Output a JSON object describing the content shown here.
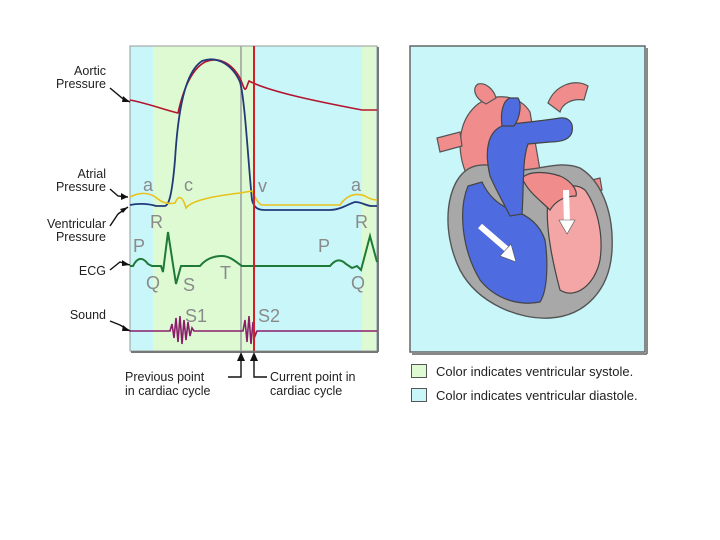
{
  "wiggers": {
    "row_labels": {
      "aortic": [
        "Aortic",
        "Pressure"
      ],
      "atrial": [
        "Atrial",
        "Pressure"
      ],
      "ventricular": [
        "Ventricular",
        "Pressure"
      ],
      "ecg": "ECG",
      "sound": "Sound"
    },
    "wave_labels": {
      "a_left": "a",
      "c": "c",
      "v": "v",
      "a_right": "a",
      "r_left": "R",
      "r_right": "R",
      "p_left": "P",
      "p_right": "P",
      "q_left": "Q",
      "s": "S",
      "t": "T",
      "q_right": "Q",
      "s1": "S1",
      "s2": "S2"
    },
    "pointers": {
      "previous": [
        "Previous point",
        "in cardiac cycle"
      ],
      "current": [
        "Current point in",
        "cardiac cycle"
      ]
    }
  },
  "legend": {
    "systole": {
      "text": "Color indicates ventricular systole.",
      "color": "#ddfad3"
    },
    "diastole": {
      "text": "Color indicates ventricular diastole.",
      "color": "#c9f6f9"
    }
  }
}
